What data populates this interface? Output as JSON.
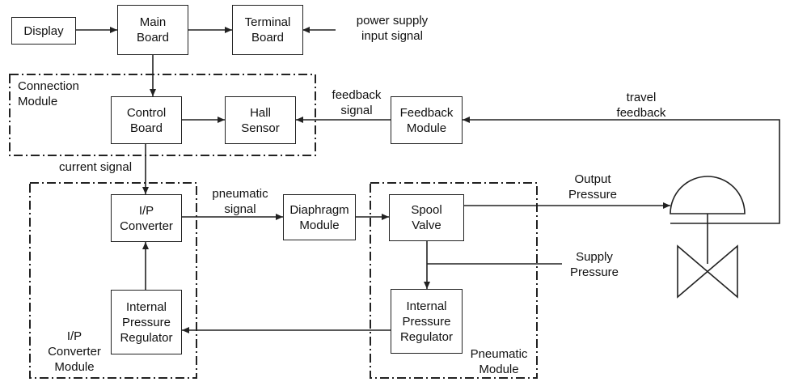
{
  "blocks": {
    "display": "Display",
    "main_board": "Main\nBoard",
    "terminal_board": "Terminal\nBoard",
    "control_board": "Control\nBoard",
    "hall_sensor": "Hall\nSensor",
    "feedback_module": "Feedback\nModule",
    "ip_converter": "I/P\nConverter",
    "diaphragm_module": "Diaphragm\nModule",
    "spool_valve": "Spool\nValve",
    "internal_regulator_left": "Internal\nPressure\nRegulator",
    "internal_regulator_right": "Internal\nPressure\nRegulator"
  },
  "groups": {
    "connection_module": "Connection\nModule",
    "ip_converter_module": "I/P\nConverter\nModule",
    "pneumatic_module": "Pneumatic\nModule"
  },
  "signals": {
    "power_supply": "power supply\ninput signal",
    "feedback_signal": "feedback\nsignal",
    "travel_feedback": "travel\nfeedback",
    "current_signal": "current signal",
    "pneumatic_signal": "pneumatic\nsignal",
    "output_pressure": "Output\nPressure",
    "supply_pressure": "Supply\nPressure"
  },
  "style": {
    "line_color": "#222222",
    "background": "#ffffff"
  }
}
